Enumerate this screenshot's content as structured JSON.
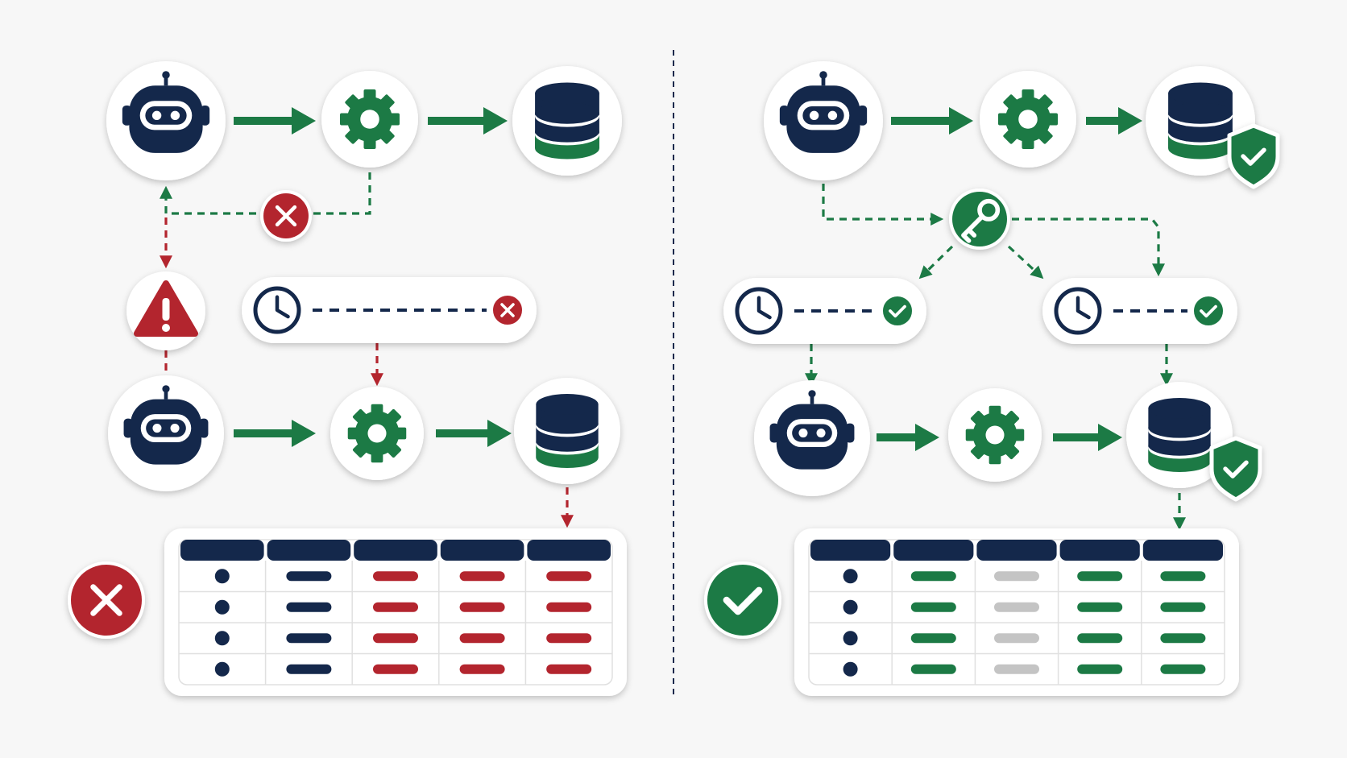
{
  "colors": {
    "background": "#f7f7f7",
    "navy": "#14284b",
    "green": "#1c7a45",
    "red": "#b3252e",
    "gray": "#c4c4c4",
    "white": "#ffffff"
  },
  "left_panel": {
    "outcome": "failure",
    "outcome_icon": "x-mark-icon",
    "warning_icon": "warning-triangle-icon",
    "retry_error_icon": "x-mark-icon",
    "schedule_icon": "clock-icon",
    "table": {
      "columns": 5,
      "rows": 4,
      "column_colors": [
        "navy",
        "navy",
        "red",
        "red",
        "red"
      ]
    }
  },
  "right_panel": {
    "outcome": "success",
    "outcome_icon": "check-mark-icon",
    "credential_icon": "key-icon",
    "schedule_icon": "clock-icon",
    "verified_icon": "shield-check-icon",
    "table": {
      "columns": 5,
      "rows": 4,
      "column_colors": [
        "navy",
        "green",
        "gray",
        "green",
        "green"
      ]
    }
  }
}
